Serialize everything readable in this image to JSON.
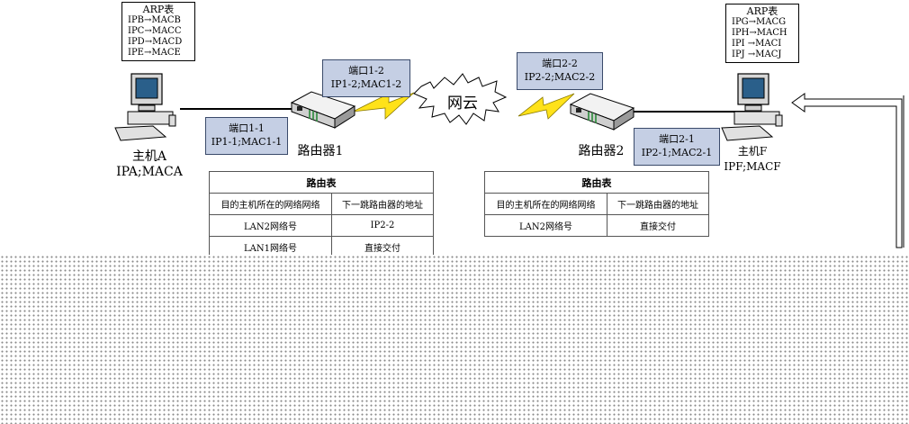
{
  "hostA": {
    "arp_title": "ARP表",
    "arp_entries": [
      "IPB→MACB",
      "IPC→MACC",
      "IPD→MACD",
      "IPE→MACE"
    ],
    "name": "主机A",
    "addr": "IPA;MACA"
  },
  "hostF": {
    "arp_title": "ARP表",
    "arp_entries": [
      "IPG→MACG",
      "IPH→MACH",
      "IPI →MACI",
      "IPJ →MACJ"
    ],
    "name": "主机F",
    "addr": "IPF;MACF"
  },
  "router1": {
    "name": "路由器1",
    "port1": {
      "name": "端口1-1",
      "addr": "IP1-1;MAC1-1"
    },
    "port2": {
      "name": "端口1-2",
      "addr": "IP1-2;MAC1-2"
    },
    "table": {
      "title": "路由表",
      "headers": [
        "目的主机所在的网络网络",
        "下一跳路由器的地址"
      ],
      "rows": [
        [
          "LAN2网络号",
          "IP2-2"
        ],
        [
          "LAN1网络号",
          "直接交付"
        ]
      ]
    }
  },
  "router2": {
    "name": "路由器2",
    "port1": {
      "name": "端口2-1",
      "addr": "IP2-1;MAC2-1"
    },
    "port2": {
      "name": "端口2-2",
      "addr": "IP2-2;MAC2-2"
    },
    "table": {
      "title": "路由表",
      "headers": [
        "目的主机所在的网络网络",
        "下一跳路由器的地址"
      ],
      "rows": [
        [
          "LAN2网络号",
          "直接交付"
        ]
      ]
    }
  },
  "cloud": {
    "label": "网云"
  }
}
